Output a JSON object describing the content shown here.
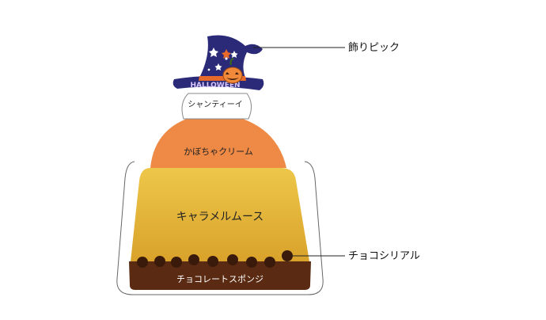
{
  "labels": {
    "hat_band": "HALLOWEEN",
    "whipped_cream": "シャンティーイ",
    "pumpkin_cream": "かぼちゃクリーム",
    "caramel_mousse": "キャラメルムース",
    "chocolate_sponge": "チョコレートスポンジ",
    "decoration_pick": "飾りピック",
    "choco_cereal": "チョコシリアル"
  },
  "colors": {
    "hat": "#2b2a78",
    "hat_band": "#e86a2a",
    "pumpkin": "#f08a3a",
    "pumpkin_cream": "#ee8a45",
    "caramel_mousse_light": "#edc74a",
    "caramel_mousse_dark": "#d9a22b",
    "chocolate": "#5a2a12",
    "choco_dot": "#3a1a0a",
    "outline": "#555555",
    "leader": "#222222"
  }
}
